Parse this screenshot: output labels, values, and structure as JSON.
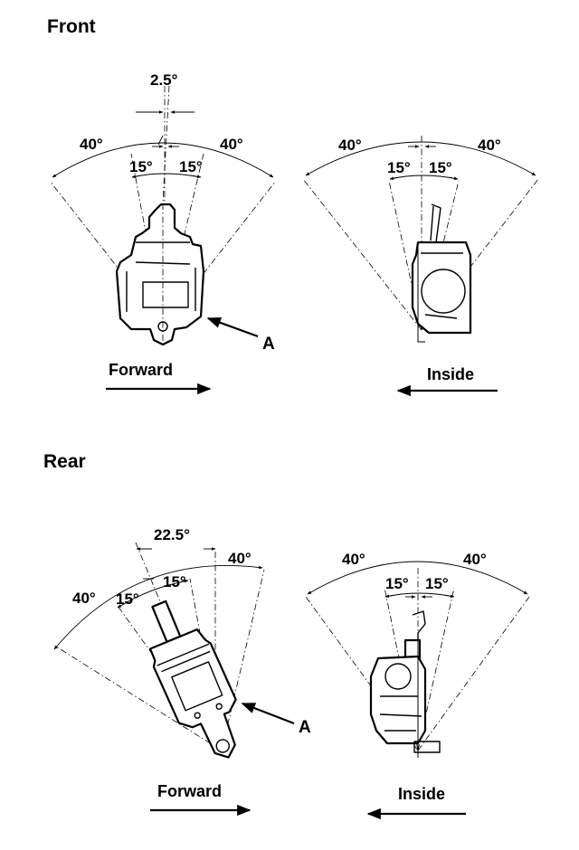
{
  "front": {
    "title": "Front",
    "left": {
      "top_angle": "2.5°",
      "outer_left": "40°",
      "outer_right": "40°",
      "inner_left": "15°",
      "inner_right": "15°",
      "callout": "A",
      "direction": "Forward"
    },
    "right": {
      "outer_left": "40°",
      "outer_right": "40°",
      "inner_left": "15°",
      "inner_right": "15°",
      "direction": "Inside"
    }
  },
  "rear": {
    "title": "Rear",
    "left": {
      "top_angle": "22.5°",
      "outer_left": "40°",
      "outer_right": "40°",
      "inner_left": "15°",
      "inner_right": "15°",
      "callout": "A",
      "direction": "Forward"
    },
    "right": {
      "outer_left": "40°",
      "outer_right": "40°",
      "inner_left": "15°",
      "inner_right": "15°",
      "direction": "Inside"
    }
  },
  "arrow_directions": {
    "forward": "right",
    "inside": "left"
  }
}
